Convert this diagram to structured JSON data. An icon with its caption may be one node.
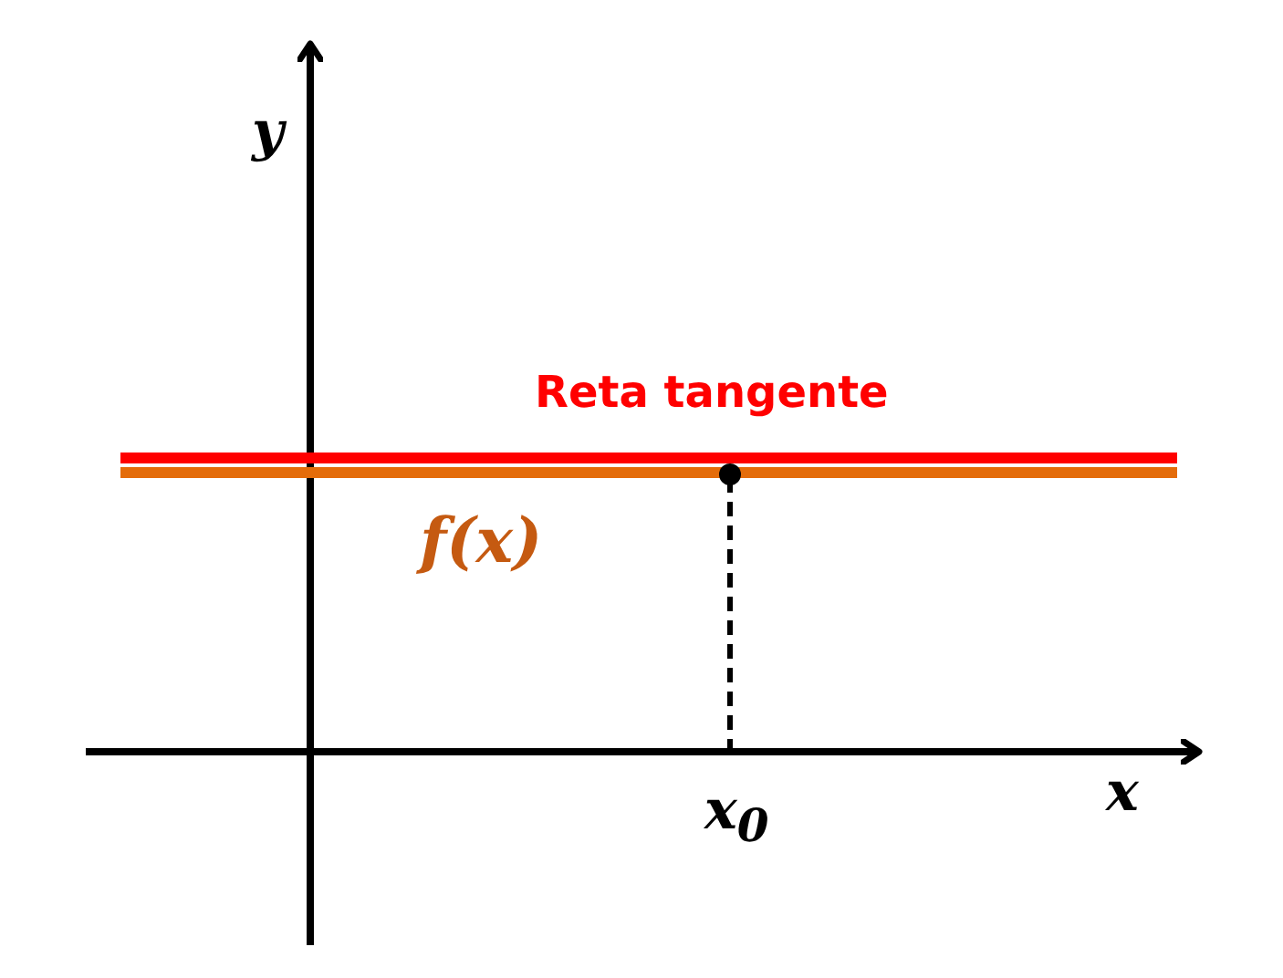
{
  "diagram": {
    "labels": [
      "y",
      "Reta tangente",
      "f(x)",
      "x$_{0}$",
      "x"
    ]
  }
}
